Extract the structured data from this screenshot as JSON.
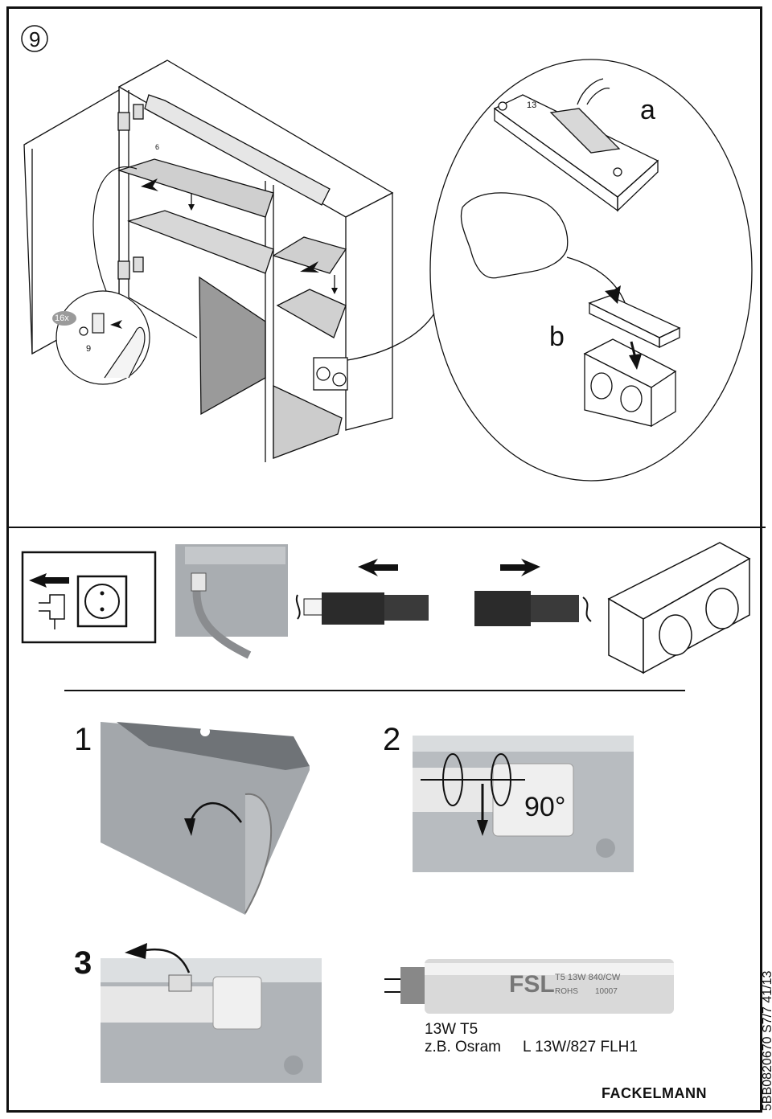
{
  "step_number": "9",
  "callouts": {
    "a": "a",
    "b": "b",
    "label_13": "13",
    "count_16x": "16x",
    "label_9": "9",
    "shelf_6": "6"
  },
  "steps": {
    "s1": "1",
    "s2": "2",
    "s3": "3"
  },
  "rotation_label": "90°",
  "lamp": {
    "type": "13W T5",
    "example": "z.B. Osram",
    "model": "L 13W/827 FLH1",
    "tube_brand": "FSL",
    "tube_print1": "T5 13W 840/CW",
    "tube_print2": "ROHS",
    "tube_print3": "10007"
  },
  "brand": "FACKELMANN",
  "doc_code": "5BB0820670 S7/7 41/13",
  "colors": {
    "line": "#111111",
    "metal": "#b9bcbf",
    "glass": "#c9c9c9"
  }
}
